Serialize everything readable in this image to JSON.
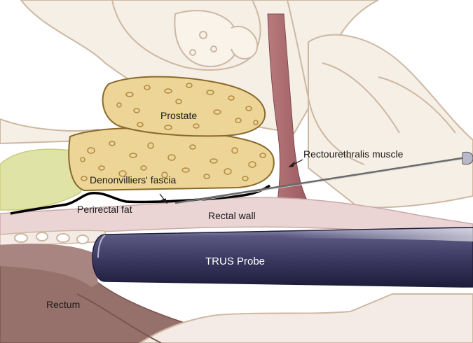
{
  "labels": {
    "prostate": "Prostate",
    "rectourethralis": "Rectourethralis muscle",
    "denonvilliers": "Denonvilliers' fascia",
    "perirectal": "Perirectal fat",
    "rectal_wall": "Rectal wall",
    "trus_probe": "TRUS Probe",
    "rectum": "Rectum"
  },
  "colors": {
    "prostate_fill": "#ecd596",
    "prostate_stroke": "#8a6a2c",
    "fat_fill": "#dfe4a6",
    "muscle_fill": "#a8666c",
    "tissue_fill": "#f4ebe6",
    "rectal_wall_fill": "#ebd4d4",
    "rectum_fill": "#96706b",
    "probe_dark": "#2c2a4e",
    "probe_light": "#c8c8d8",
    "outline": "#cdb8a2",
    "fascia_line": "#000000"
  }
}
